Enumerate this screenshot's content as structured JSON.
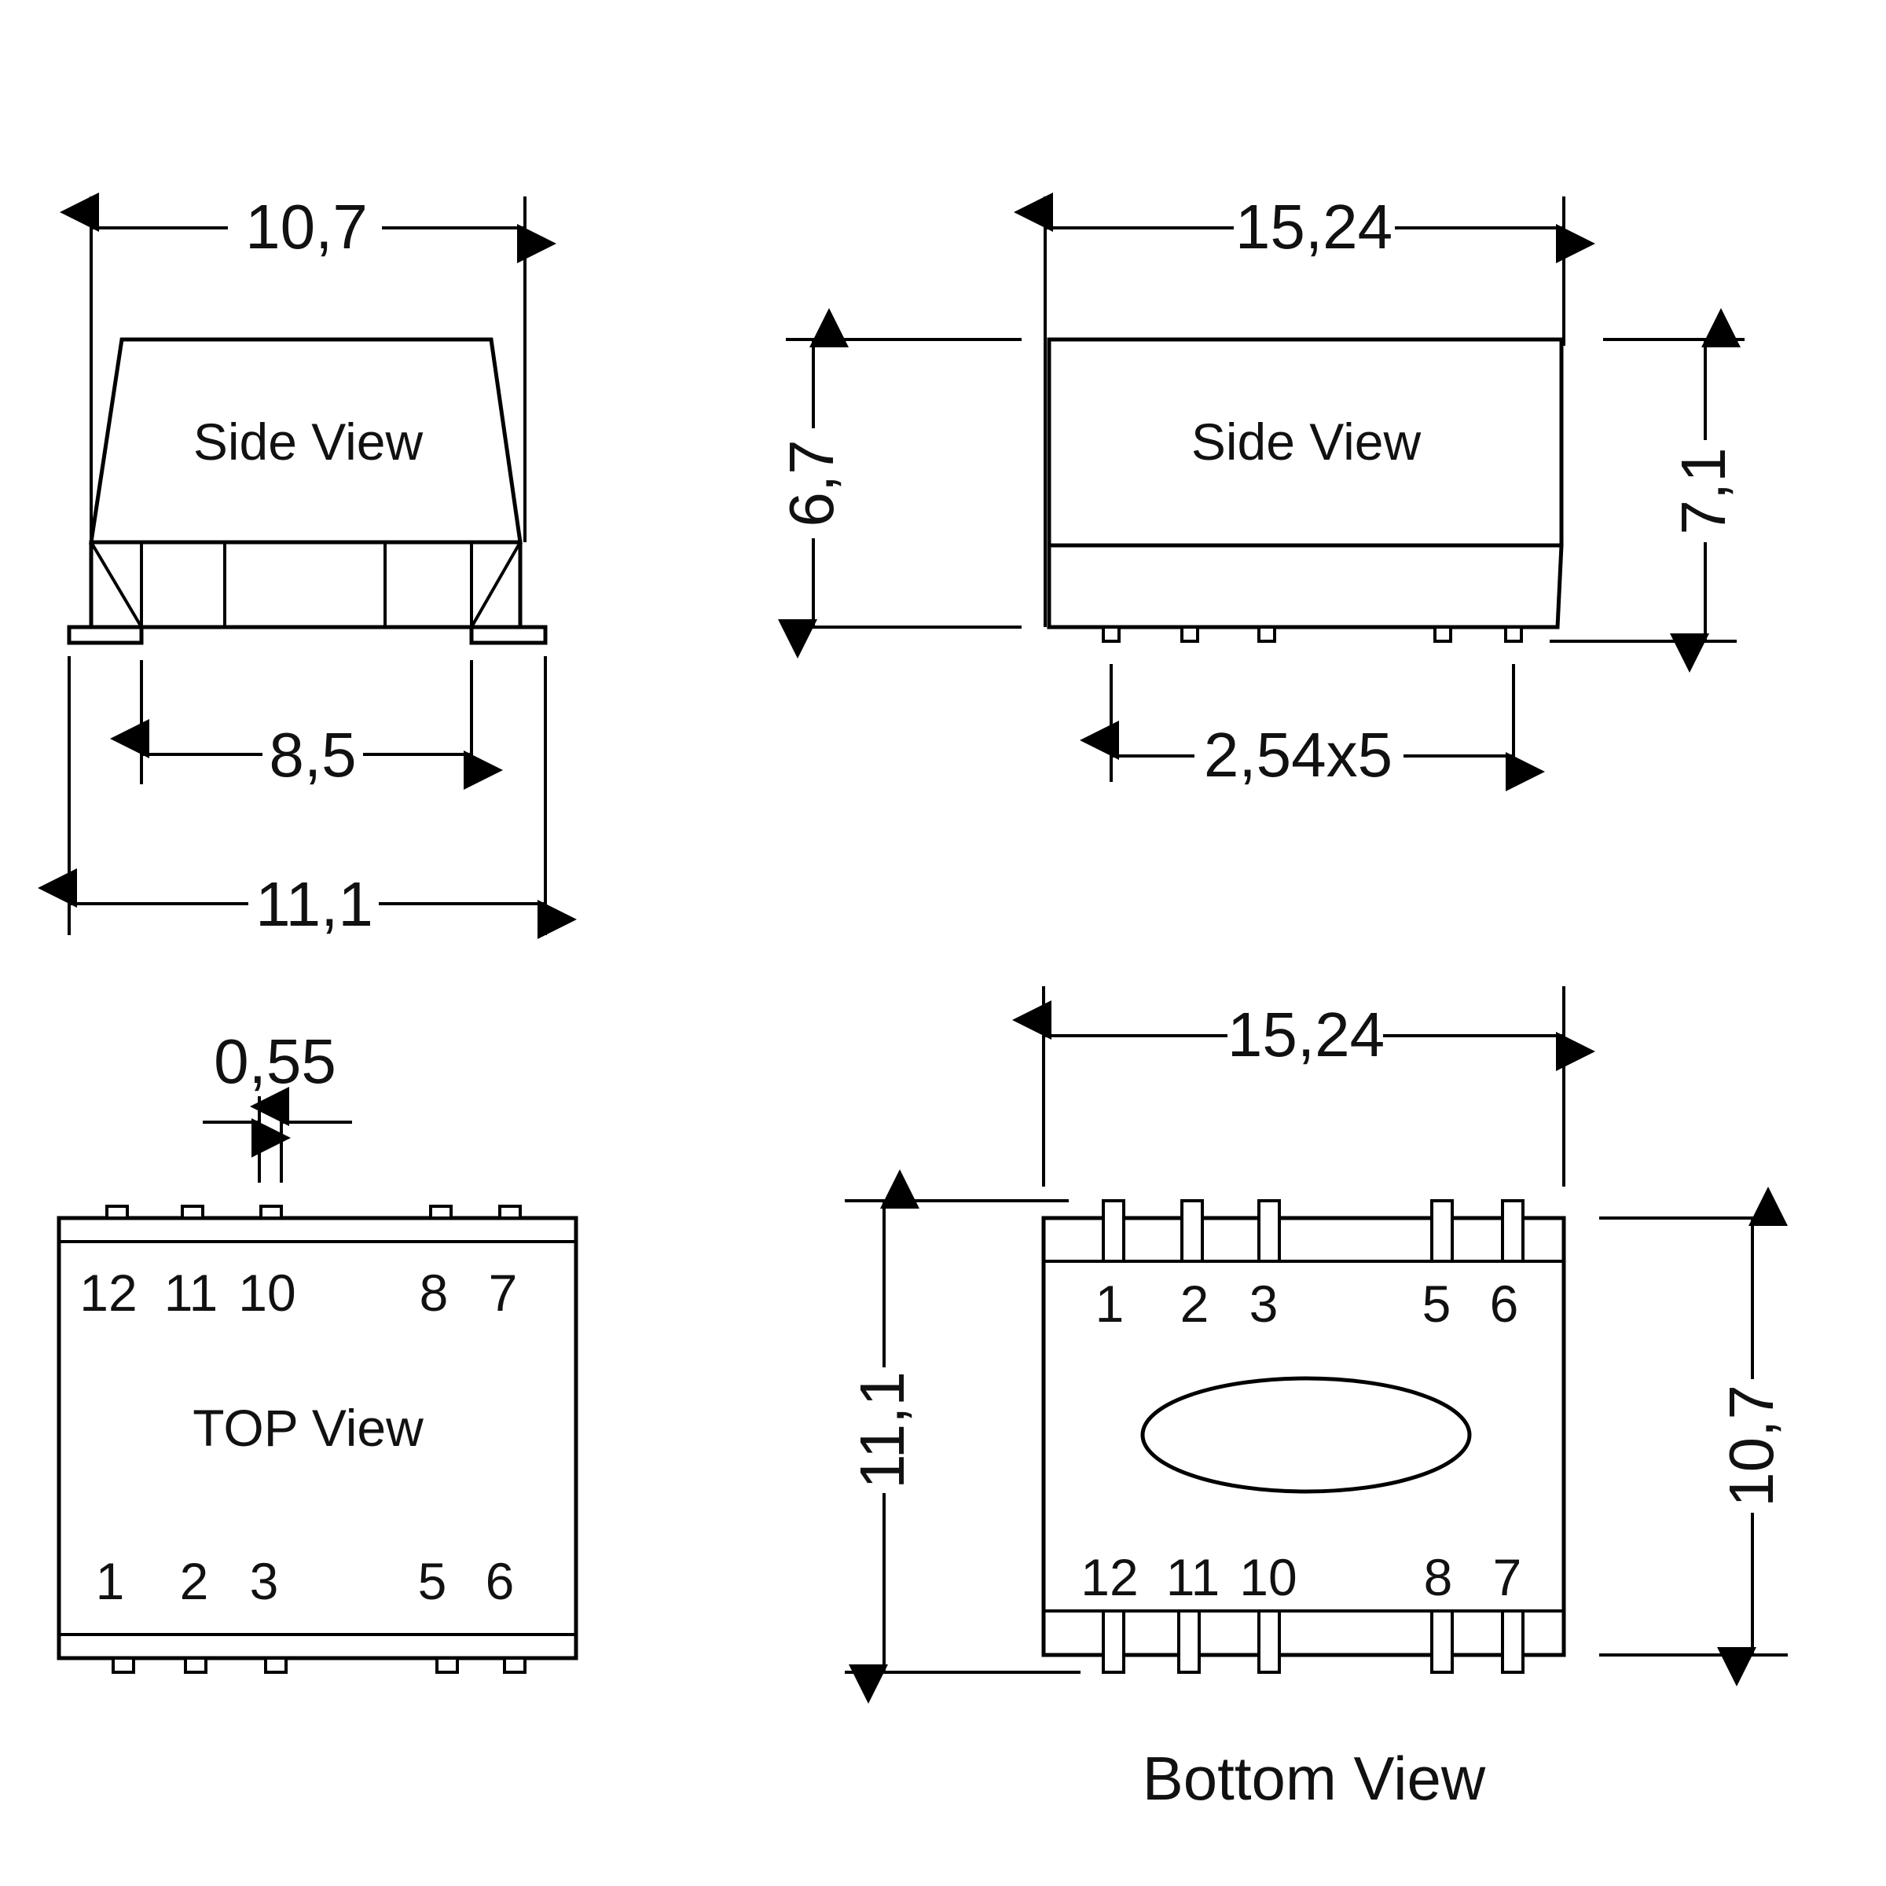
{
  "views": {
    "side_left": {
      "label": "Side View"
    },
    "side_right": {
      "label": "Side View"
    },
    "top": {
      "label": "TOP View"
    },
    "bottom": {
      "label": "Bottom View"
    }
  },
  "dimensions": {
    "side_left_top_width": "10,7",
    "side_left_pitch": "8,5",
    "side_left_overall_width": "11,1",
    "side_right_length": "15,24",
    "side_right_body_height": "6,7",
    "side_right_overall_height": "7,1",
    "side_right_pin_pitch": "2,54x5",
    "top_pin_width": "0,55",
    "bottom_length": "15,24",
    "bottom_overall_width": "11,1",
    "bottom_body_width": "10,7"
  },
  "pins": {
    "top_upper": [
      "12",
      "11",
      "10",
      "8",
      "7"
    ],
    "top_lower": [
      "1",
      "2",
      "3",
      "5",
      "6"
    ],
    "bottom_upper": [
      "1",
      "2",
      "3",
      "5",
      "6"
    ],
    "bottom_lower": [
      "12",
      "11",
      "10",
      "8",
      "7"
    ]
  }
}
